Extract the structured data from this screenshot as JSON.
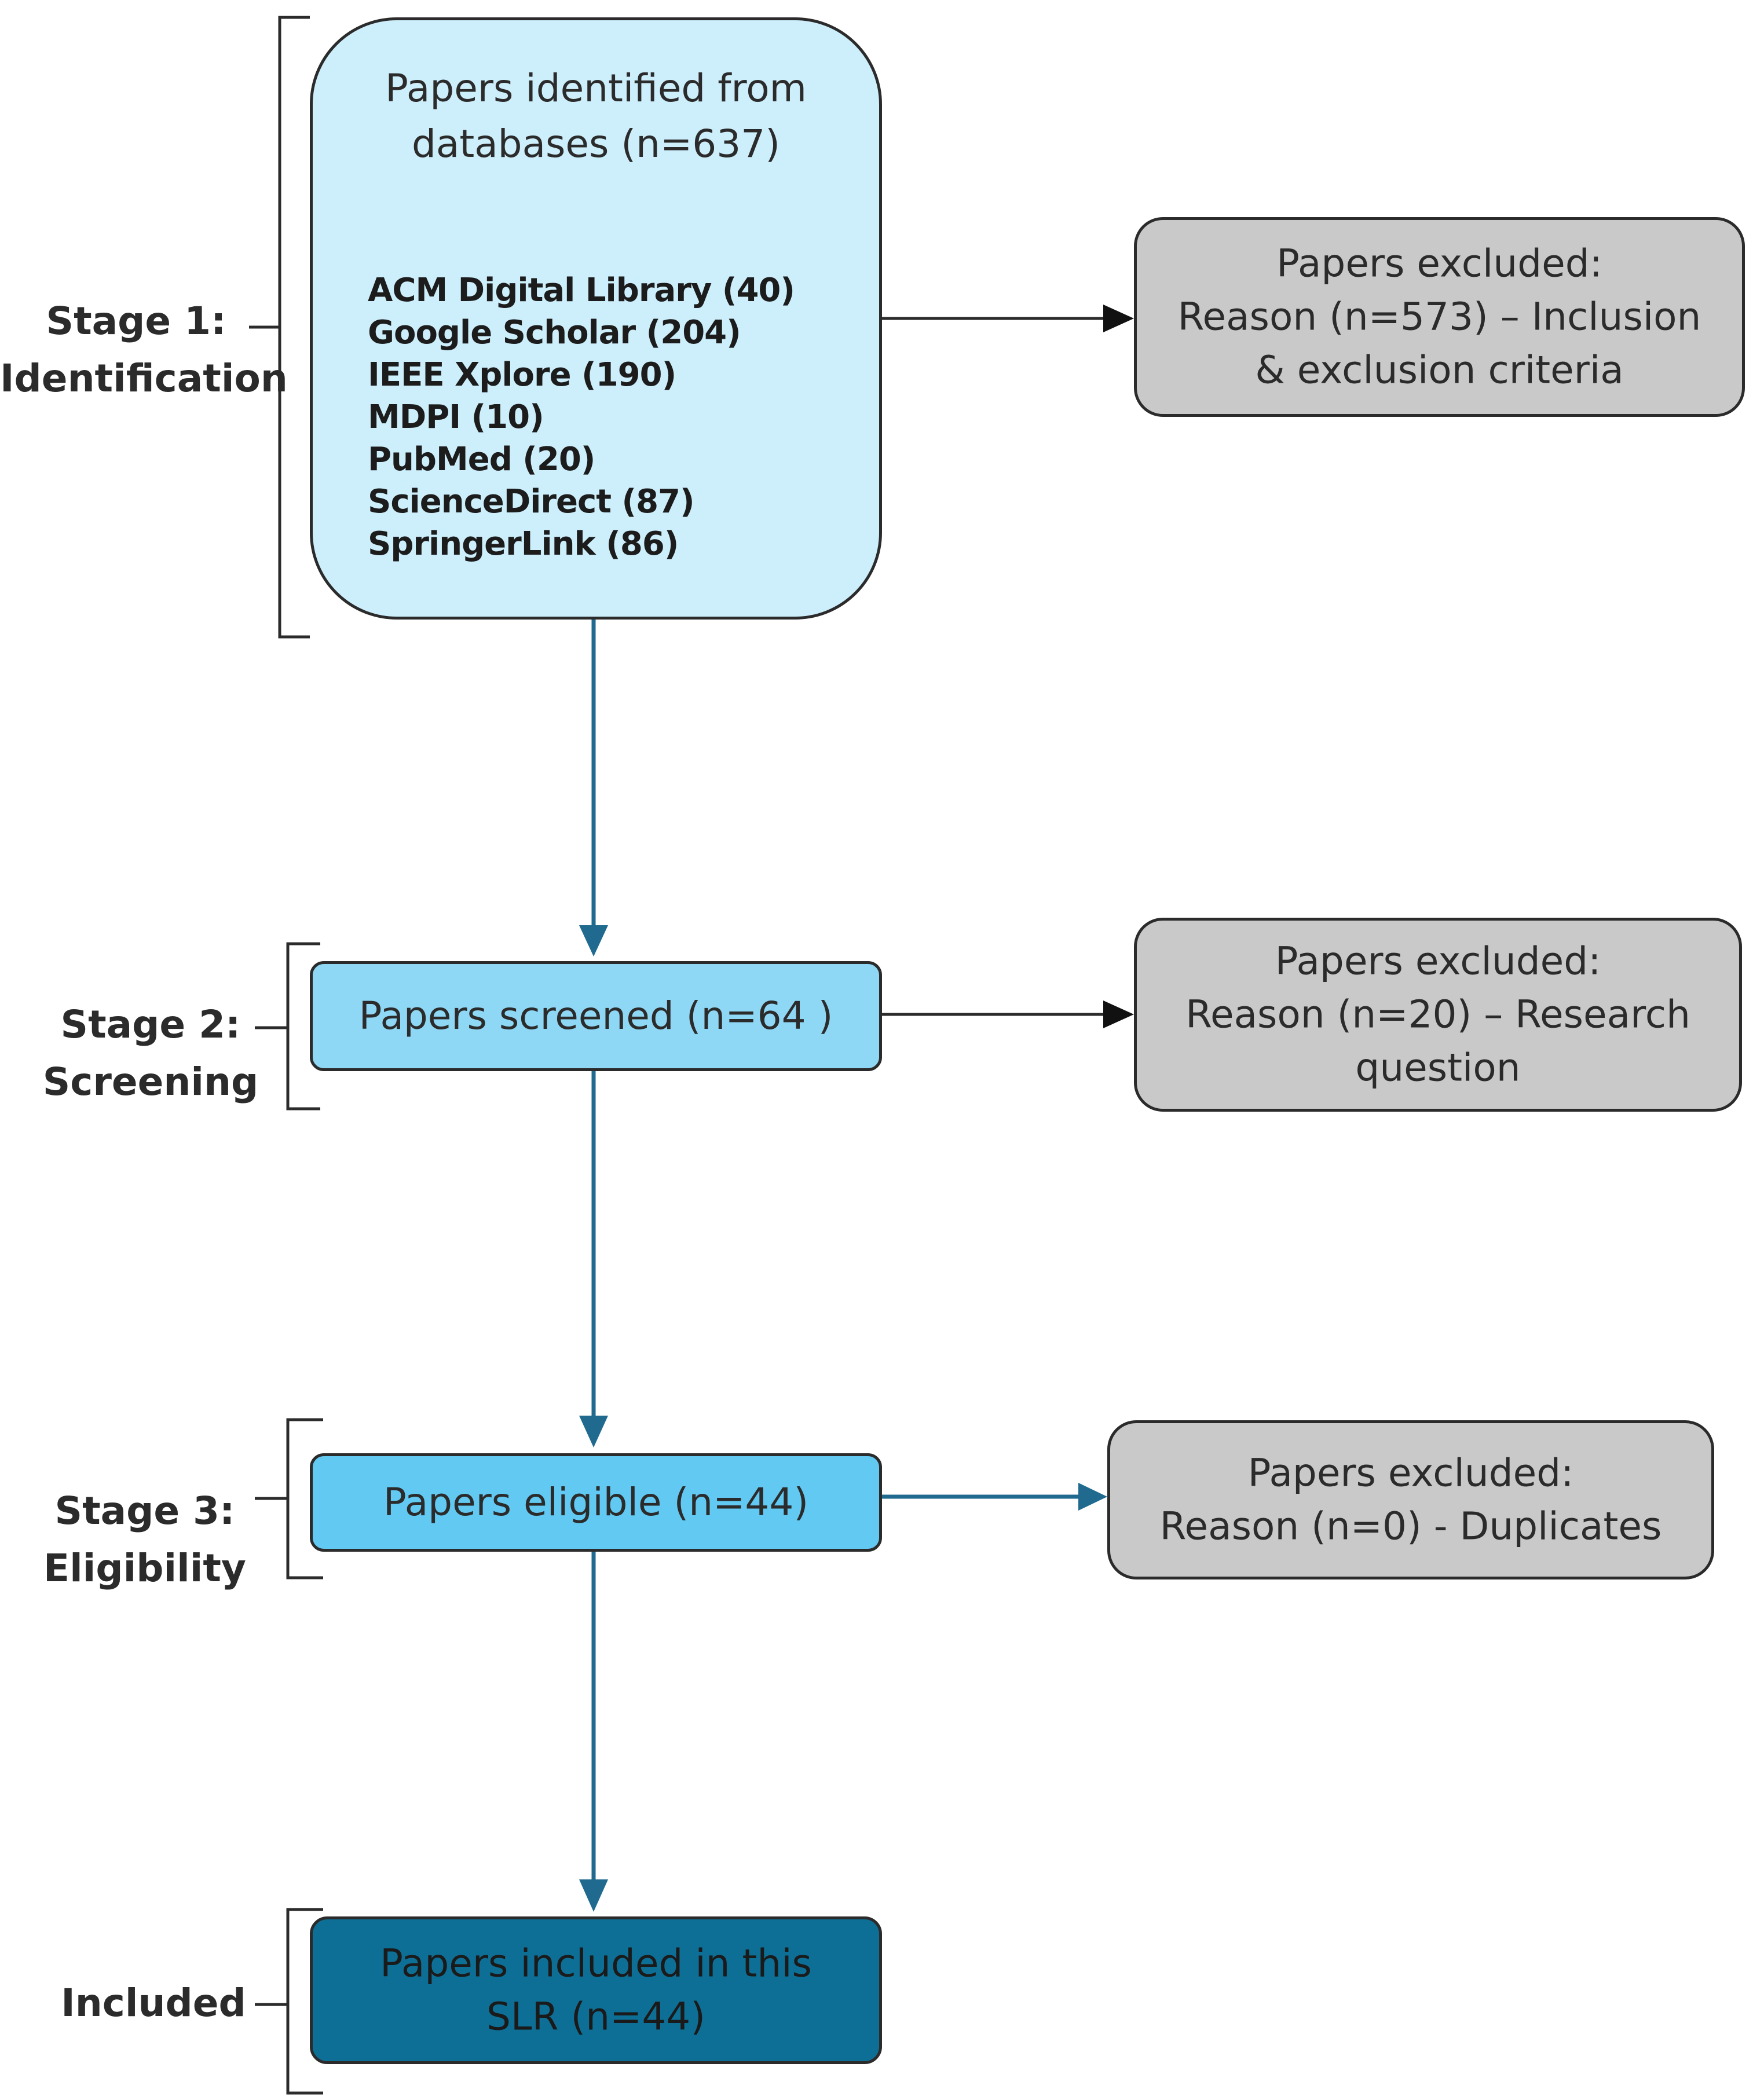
{
  "diagram": {
    "stages": [
      {
        "id": "identification",
        "label_line1": "Stage 1:",
        "label_line2": "Identification"
      },
      {
        "id": "screening",
        "label_line1": "Stage 2:",
        "label_line2": "Screening"
      },
      {
        "id": "eligibility",
        "label_line1": "Stage 3:",
        "label_line2": "Eligibility"
      },
      {
        "id": "included",
        "label_line1": "Included",
        "label_line2": ""
      }
    ],
    "identified": {
      "title_line1": "Papers identified from",
      "title_line2": "databases (n=637)",
      "databases": [
        "ACM Digital Library (40)",
        "Google Scholar (204)",
        "IEEE Xplore (190)",
        "MDPI (10)",
        "PubMed (20)",
        "ScienceDirect (87)",
        "SpringerLink (86)"
      ]
    },
    "screened": {
      "label": "Papers screened (n=64 )"
    },
    "eligible": {
      "label": "Papers eligible  (n=44)"
    },
    "included": {
      "line1": "Papers included in this",
      "line2": "SLR (n=44)"
    },
    "excluded": [
      {
        "line1": "Papers excluded:",
        "line2": "Reason (n=573) – Inclusion",
        "line3": "& exclusion criteria"
      },
      {
        "line1": "Papers excluded:",
        "line2": "Reason (n=20) – Research",
        "line3": "question"
      },
      {
        "line1": "Papers excluded:",
        "line2": "Reason (n=0) - Duplicates",
        "line3": ""
      }
    ],
    "colors": {
      "identified_fill": "#cdeefb",
      "screened_fill": "#8fd8f5",
      "eligible_fill": "#62c9f2",
      "included_fill": "#0e6f96",
      "excluded_fill": "#c9c9c9",
      "flow_arrow": "#1f6a8e",
      "side_arrow_dark": "#2b2b2b",
      "bracket": "#2b2b2b"
    }
  }
}
